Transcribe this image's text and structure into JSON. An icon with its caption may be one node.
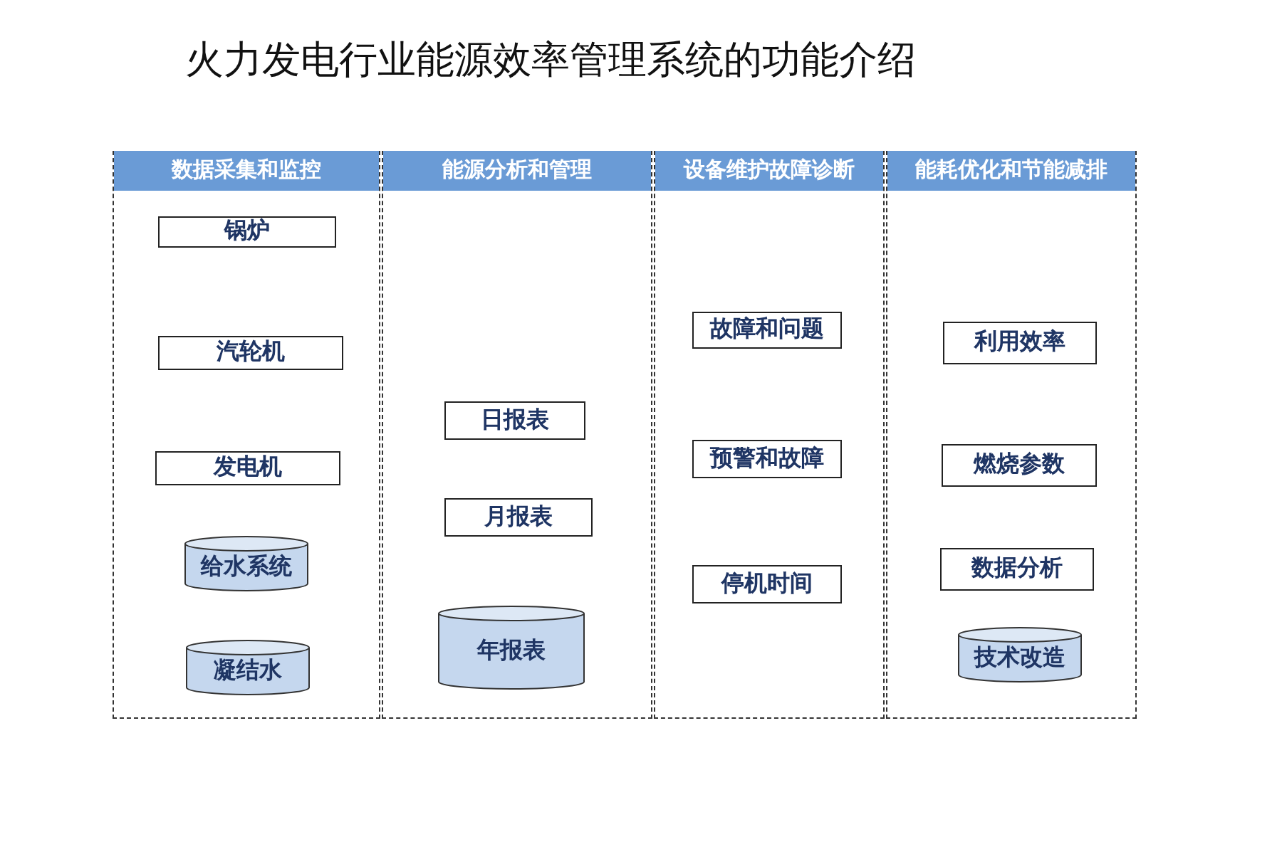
{
  "diagram": {
    "title": "火力发电行业能源效率管理系统的功能介绍",
    "nodes": [
      {
        "text": [
          "数据采集和监控"
        ]
      },
      {
        "text": [
          "锅炉"
        ],
        "in": 0
      },
      {
        "text": [
          "汽轮机"
        ],
        "in": 0
      },
      {
        "text": [
          "发电机"
        ],
        "in": 0
      },
      {
        "text": [
          "给水系统"
        ],
        "in": 0
      },
      {
        "text": [
          "凝结水"
        ],
        "in": 0
      },
      {
        "text": [
          "能源分析和管理"
        ]
      },
      {
        "text": [
          "日报表"
        ],
        "in": 6
      },
      {
        "text": [
          "月报表"
        ],
        "in": 6
      },
      {
        "text": [
          "年报表"
        ],
        "in": 6
      },
      {
        "text": [
          "设备维护故障诊断"
        ]
      },
      {
        "text": [
          "故障和问题"
        ],
        "in": 10
      },
      {
        "text": [
          "预警和故障"
        ],
        "in": 10
      },
      {
        "text": [
          "停机时间"
        ],
        "in": 10
      },
      {
        "text": [
          "能耗优化和节能减排"
        ]
      },
      {
        "text": [
          "利用效率"
        ],
        "in": 14
      },
      {
        "text": [
          "燃烧参数"
        ],
        "in": 14
      },
      {
        "text": [
          "数据分析"
        ],
        "in": 14
      },
      {
        "text": [
          "技术改造"
        ],
        "in": 14
      }
    ]
  }
}
